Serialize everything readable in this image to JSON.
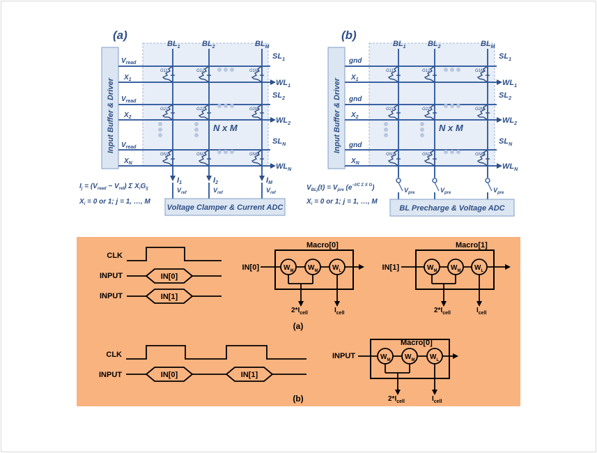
{
  "figure_top": {
    "panel_a": {
      "label": "(a)",
      "driver": "Input Buffer & Driver",
      "bl_labels": [
        "BL",
        "BL",
        "BL"
      ],
      "bl_subs": [
        "1",
        "2",
        "M"
      ],
      "sl_labels": [
        "SL",
        "SL",
        "SL"
      ],
      "sl_subs": [
        "1",
        "2",
        "N"
      ],
      "wl_labels": [
        "WL",
        "WL",
        "WL"
      ],
      "wl_subs": [
        "1",
        "2",
        "N"
      ],
      "row_v": [
        "V",
        "V",
        "V"
      ],
      "row_v_sub": [
        "read",
        "read",
        "read"
      ],
      "row_x": [
        "X",
        "X",
        "X"
      ],
      "row_x_sub": [
        "1",
        "2",
        "N"
      ],
      "g_labels": [
        [
          "G11",
          "G12",
          "G1M"
        ],
        [
          "G21",
          "G22",
          "G2M"
        ],
        [
          "GN1",
          "GN2",
          "GNM"
        ]
      ],
      "array_size": "N x M",
      "currents": [
        "I",
        "I",
        "I"
      ],
      "current_subs": [
        "1",
        "2",
        "M"
      ],
      "vref": "V",
      "vref_sub": "ref",
      "eq1": "I",
      "eq1_rest": " = (V",
      "eq1_read": "read",
      "eq1_mid": " − V",
      "eq1_ref": "ref",
      "eq1_end": ") Σ X",
      "eq1_tail": "G",
      "eq2": "X",
      "eq2_rest": " = 0 or 1; j = 1, …, M",
      "bottom_box": "Voltage Clamper & Current ADC"
    },
    "panel_b": {
      "label": "(b)",
      "driver": "Input Buffer & Driver",
      "row_v": [
        "gnd",
        "gnd",
        "gnd"
      ],
      "pre": "V",
      "pre_sub": "pre",
      "eq1": "V",
      "eq1_mid": "(t) = V",
      "eq1_pre": "pre",
      "eq1_exp": " (e",
      "eq2": "X",
      "eq2_rest": " = 0 or 1; j = 1, …, M",
      "array_size": "N x M",
      "bottom_box": "BL Precharge & Voltage ADC"
    }
  },
  "figure_bottom": {
    "clk": "CLK",
    "input": "INPUT",
    "in0": "IN[0]",
    "in1": "IN[1]",
    "macro0": "Macro[0]",
    "macro1": "Macro[1]",
    "in0_port": "IN[0]",
    "in1_port": "IN[1]",
    "wm": "W",
    "wm_sub": "M",
    "wl": "W",
    "wl_sub": "L",
    "two_icell": "2*I",
    "icell": "I",
    "cell_sub": "cell",
    "sub_a": "(a)",
    "sub_b": "(b)",
    "bg_color": "#f9b37f"
  }
}
